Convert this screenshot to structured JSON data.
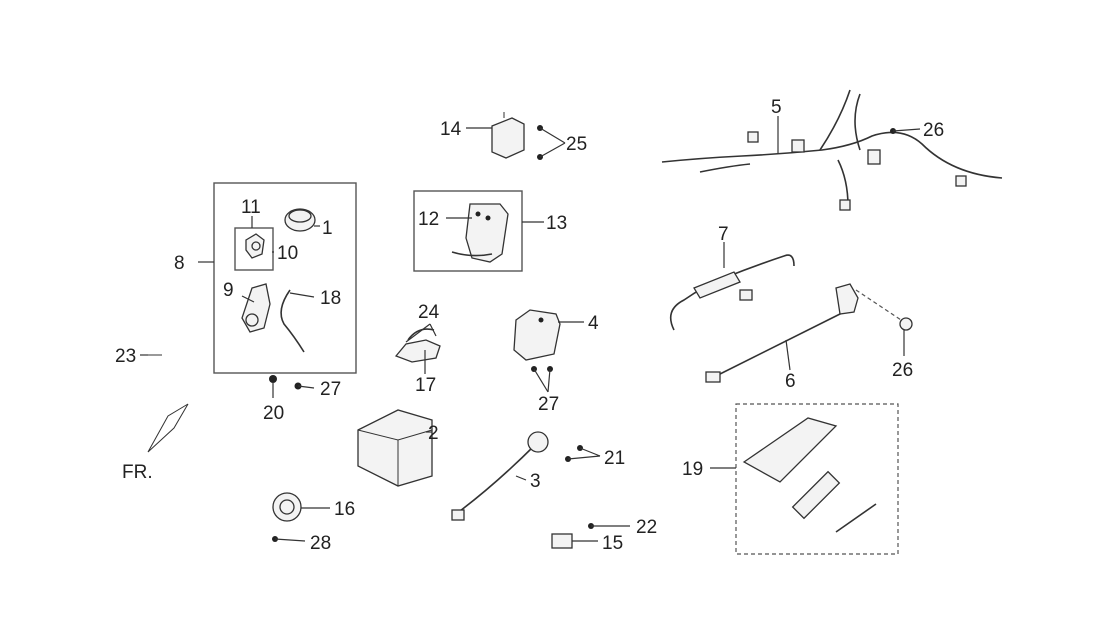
{
  "labels": {
    "p1": "1",
    "p2": "2",
    "p3": "3",
    "p4": "4",
    "p5": "5",
    "p6": "6",
    "p7": "7",
    "p8": "8",
    "p9": "9",
    "p10": "10",
    "p11": "11",
    "p12": "12",
    "p13": "13",
    "p14": "14",
    "p15": "15",
    "p16": "16",
    "p17": "17",
    "p18": "18",
    "p19": "19",
    "p20": "20",
    "p21": "21",
    "p22": "22",
    "p23": "23",
    "p24": "24",
    "p25": "25",
    "p26a": "26",
    "p26b": "26",
    "p27a": "27",
    "p27b": "27",
    "p28": "28"
  },
  "front_marker": "FR."
}
